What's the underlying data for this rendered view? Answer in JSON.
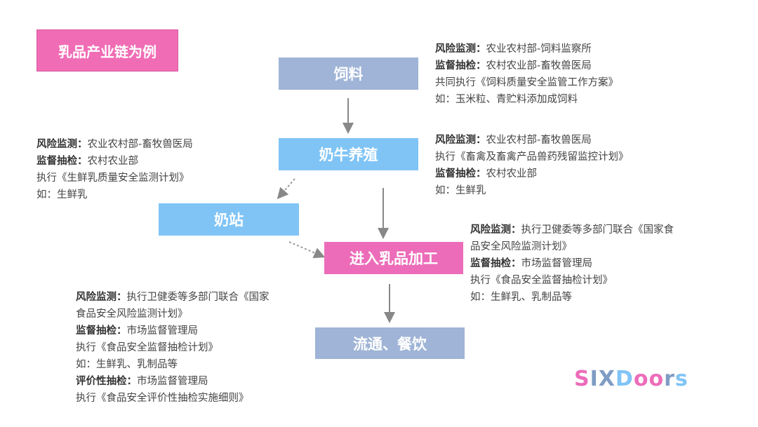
{
  "title": "乳品产业链为例",
  "nodes": {
    "feed": "饲料",
    "farm": "奶牛养殖",
    "station": "奶站",
    "processing": "进入乳品加工",
    "distribution": "流通、餐饮"
  },
  "colors": {
    "feed": "#9fb4d6",
    "farm": "#80c4f6",
    "station": "#80c4f6",
    "processing": "#ec6cb9",
    "distribution": "#9fb4d6"
  },
  "blocks": {
    "feed": [
      {
        "b": "风险监测：",
        "t": "农业农村部-饲料监察所"
      },
      {
        "b": "监督抽检：",
        "t": "农村农业部-畜牧兽医局"
      },
      {
        "b": "",
        "t": "共同执行《饲料质量安全监管工作方案》"
      },
      {
        "b": "",
        "t": "如：玉米粒、青贮料添加成饲料"
      }
    ],
    "farm": [
      {
        "b": "风险监测：",
        "t": "农业农村部-畜牧兽医局"
      },
      {
        "b": "",
        "t": "执行《畜禽及畜禽产品兽药残留监控计划》"
      },
      {
        "b": "监督抽检：",
        "t": "农村农业部"
      },
      {
        "b": "",
        "t": "如：生鲜乳"
      }
    ],
    "station": [
      {
        "b": "风险监测：",
        "t": "农业农村部-畜牧兽医局"
      },
      {
        "b": "监督抽检：",
        "t": "农村农业部"
      },
      {
        "b": "",
        "t": "执行《生鲜乳质量安全监测计划》"
      },
      {
        "b": "",
        "t": "如：生鲜乳"
      }
    ],
    "processing": [
      {
        "b": "风险监测：",
        "t": "执行卫健委等多部门联合《国家食"
      },
      {
        "b": "",
        "t": "品安全风险监测计划》"
      },
      {
        "b": "监督抽检：",
        "t": "市场监督管理局"
      },
      {
        "b": "",
        "t": "执行《食品安全监督抽检计划》"
      },
      {
        "b": "",
        "t": "如：生鲜乳、乳制品等"
      }
    ],
    "distribution": [
      {
        "b": "风险监测：",
        "t": "执行卫健委等多部门联合《国家"
      },
      {
        "b": "",
        "t": "食品安全风险监测计划》"
      },
      {
        "b": "监督抽检：",
        "t": "市场监督管理局"
      },
      {
        "b": "",
        "t": "执行《食品安全监督抽检计划》"
      },
      {
        "b": "",
        "t": "如：生鲜乳、乳制品等"
      },
      {
        "b": "评价性抽检：",
        "t": "市场监督管理局"
      },
      {
        "b": "",
        "t": "执行《食品安全评价性抽检实施细则》"
      }
    ]
  },
  "logo": {
    "a": "S",
    "b": "I",
    "c": "X",
    "d": "D",
    "e": "oo",
    "f": "r",
    "g": "s"
  }
}
